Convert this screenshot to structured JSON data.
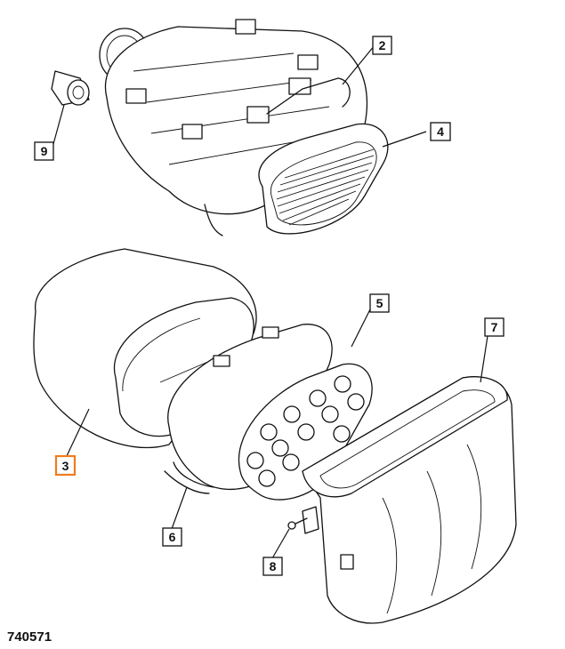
{
  "figure_number": "740571",
  "callouts": [
    {
      "id": "2",
      "text": "2",
      "highlighted": false
    },
    {
      "id": "3",
      "text": "3",
      "highlighted": true
    },
    {
      "id": "4",
      "text": "4",
      "highlighted": false
    },
    {
      "id": "5",
      "text": "5",
      "highlighted": false
    },
    {
      "id": "6",
      "text": "6",
      "highlighted": false
    },
    {
      "id": "7",
      "text": "7",
      "highlighted": false
    },
    {
      "id": "8",
      "text": "8",
      "highlighted": false
    },
    {
      "id": "9",
      "text": "9",
      "highlighted": false
    }
  ],
  "colors": {
    "highlight": "#f07c1e",
    "ink": "#111111"
  }
}
